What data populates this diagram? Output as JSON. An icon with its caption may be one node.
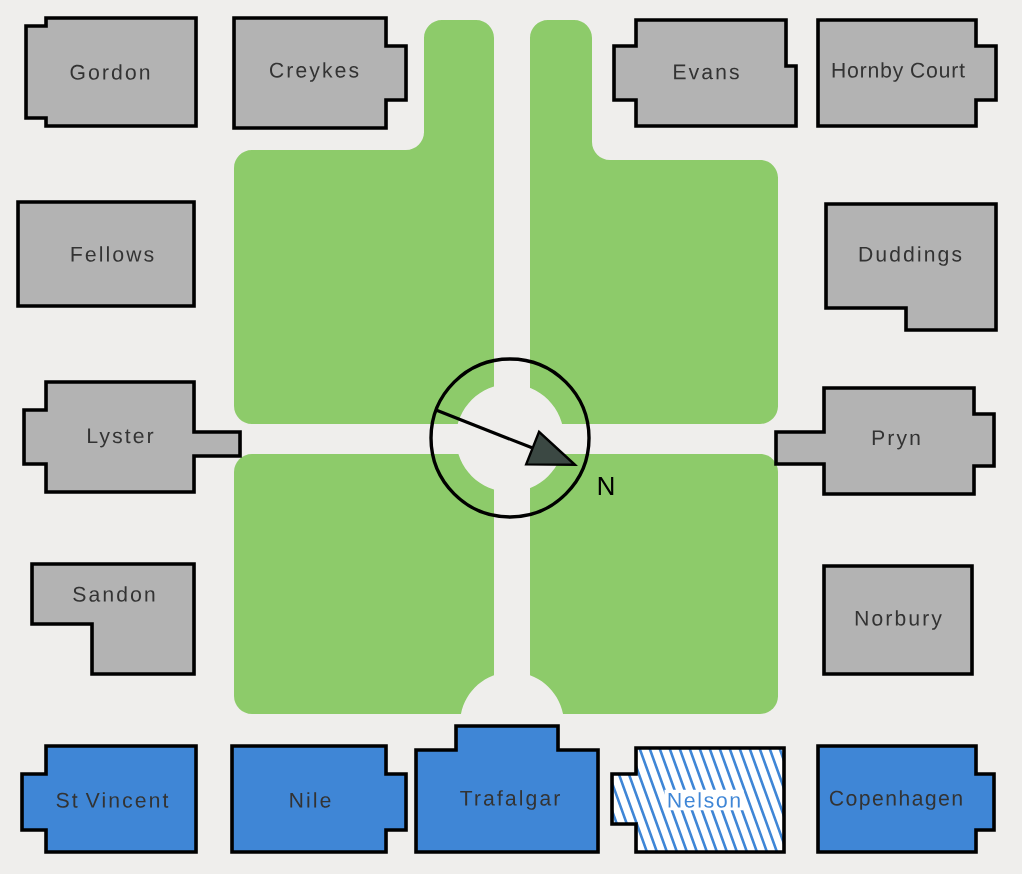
{
  "diagram": {
    "nodes": [
      {
        "text": [
          "Gordon"
        ]
      },
      {
        "text": [
          "Creykes"
        ]
      },
      {
        "text": [
          "Evans"
        ]
      },
      {
        "text": [
          "Hornby Court"
        ]
      },
      {
        "text": [
          "Fellows"
        ]
      },
      {
        "text": [
          "Duddings"
        ]
      },
      {
        "text": [
          "Lyster"
        ]
      },
      {
        "text": [
          "Pryn"
        ]
      },
      {
        "text": [
          "Sandon"
        ]
      },
      {
        "text": [
          "Norbury"
        ]
      },
      {
        "text": [
          "St Vincent"
        ]
      },
      {
        "text": [
          "Nile"
        ]
      },
      {
        "text": [
          "Trafalgar"
        ]
      },
      {
        "text": [
          "Nelson"
        ]
      },
      {
        "text": [
          "Copenhagen"
        ]
      }
    ],
    "labels": [
      "N"
    ]
  }
}
